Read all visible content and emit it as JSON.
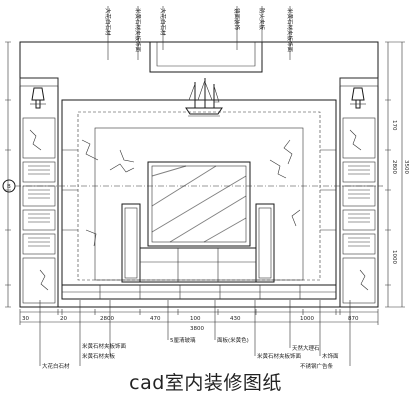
{
  "caption": "cad室内装修图纸",
  "top_labels": [
    "大花白石材",
    "米黄石材夹板饰面",
    "大花白石材",
    "镜面装饰",
    "防火夹板",
    "米黄石材夹板饰面"
  ],
  "bottom_labels": [
    "大花白石材",
    "米黄石材夹板",
    "米黄石材夹板饰面",
    "5厘清玻璃",
    "面板(米黄色)",
    "天然大理石",
    "米黄石材夹板饰面",
    "木饰面",
    "不锈钢广告条"
  ],
  "axis_marker": "B",
  "dimensions": [
    "3800",
    "2800",
    "30",
    "20",
    "470",
    "100",
    "430",
    "1000",
    "870",
    "170",
    "2800",
    "3500",
    "1000"
  ],
  "colors": {
    "line": "#1a1a1a",
    "background": "#ffffff"
  }
}
